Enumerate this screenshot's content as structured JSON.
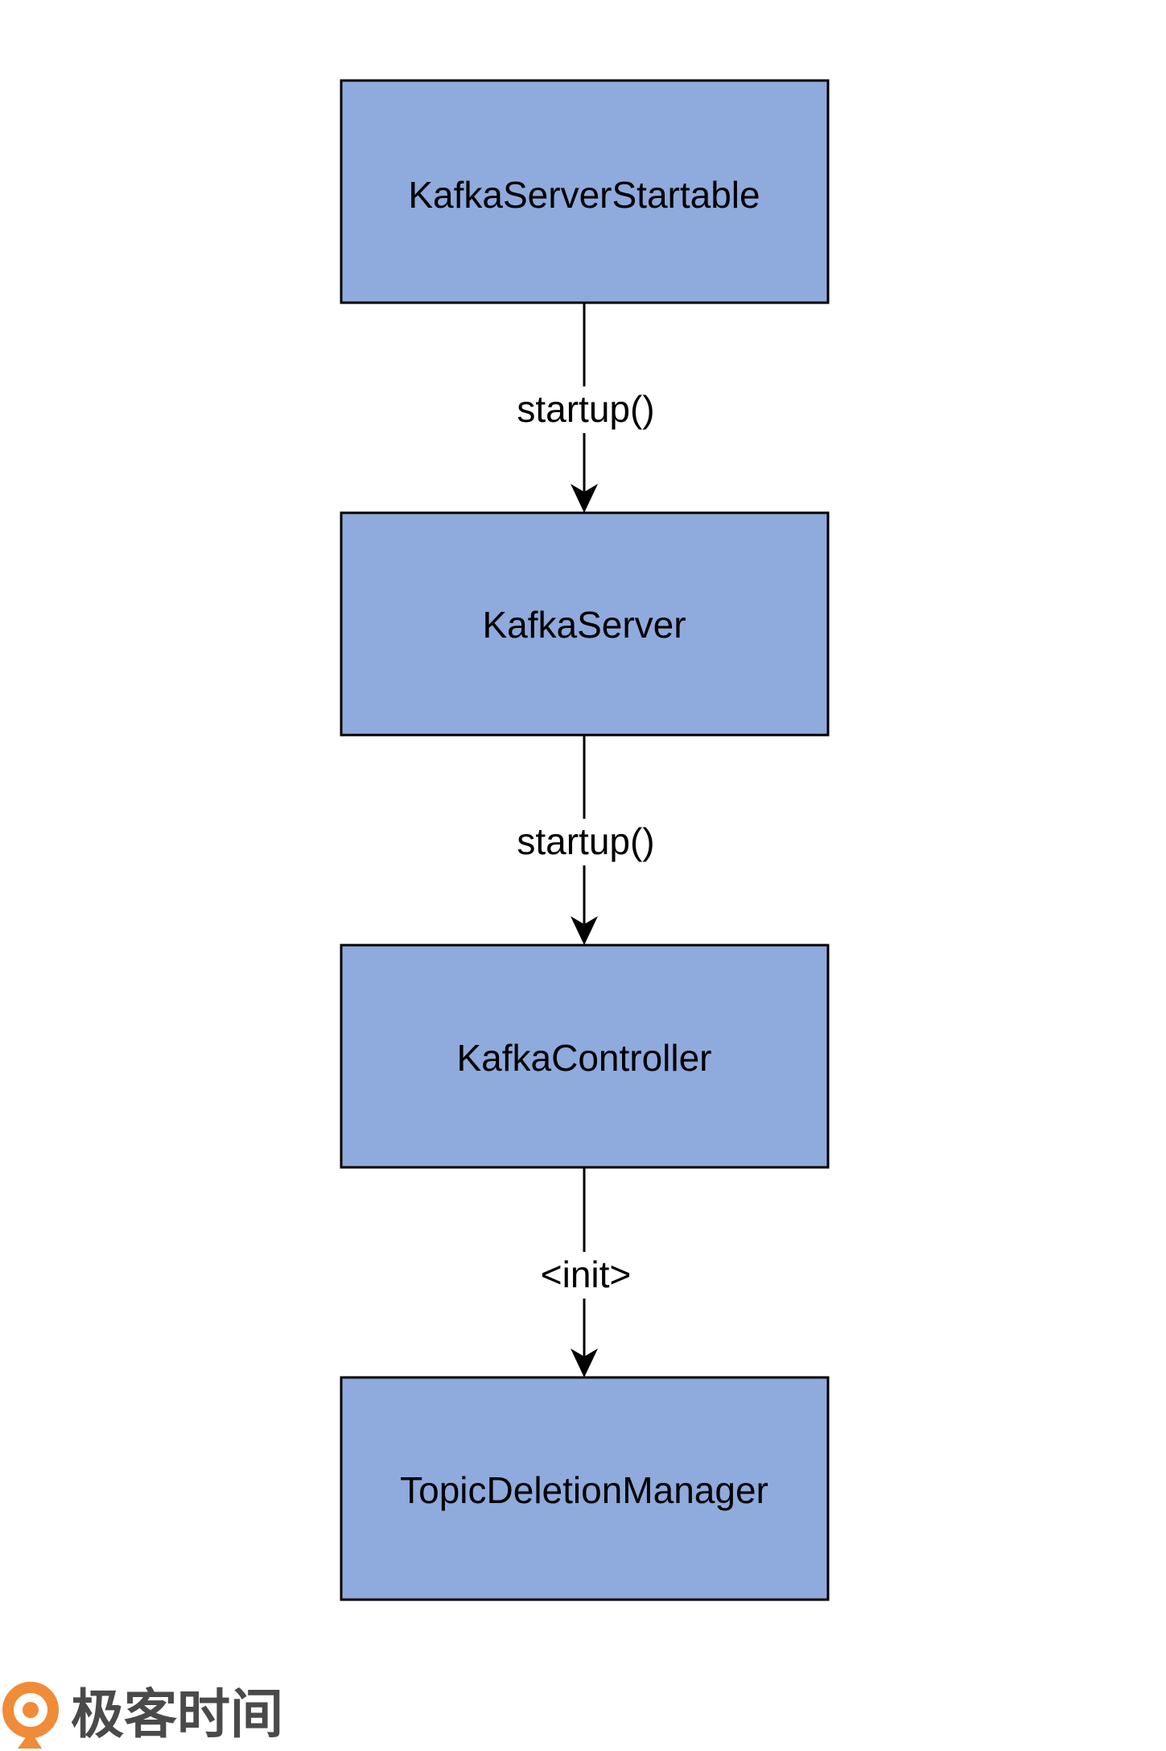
{
  "colors": {
    "box_fill": "#8FAADC",
    "box_stroke": "#000000",
    "arrow": "#000000",
    "logo_orange": "#F08B38",
    "logo_text": "#4A4A4A"
  },
  "nodes": [
    {
      "id": "n1",
      "label": "KafkaServerStartable"
    },
    {
      "id": "n2",
      "label": "KafkaServer"
    },
    {
      "id": "n3",
      "label": "KafkaController"
    },
    {
      "id": "n4",
      "label": "TopicDeletionManager"
    }
  ],
  "edges": [
    {
      "from": "n1",
      "to": "n2",
      "label": "startup()"
    },
    {
      "from": "n2",
      "to": "n3",
      "label": "startup()"
    },
    {
      "from": "n3",
      "to": "n4",
      "label": "<init>"
    }
  ],
  "logo": {
    "icon": "geekbang-logo-icon",
    "text": "极客时间"
  }
}
